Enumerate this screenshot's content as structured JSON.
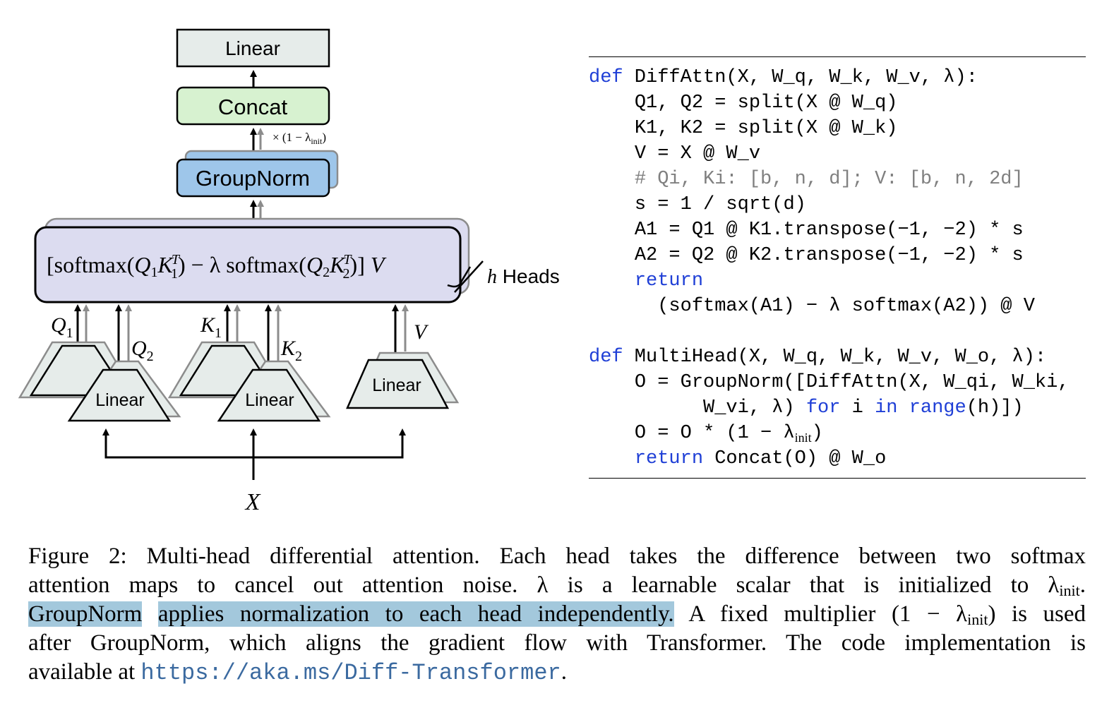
{
  "diagram": {
    "boxes": {
      "linear_top": "Linear",
      "concat": "Concat",
      "groupnorm": "GroupNorm",
      "attention_formula": "[softmax(Q₁K₁ᵀ) − λ softmax(Q₂K₂ᵀ)] V",
      "linear_q": "Linear",
      "linear_k": "Linear",
      "linear_v": "Linear"
    },
    "labels": {
      "scale": "× (1 − λ",
      "scale_sub": "init",
      "scale_close": ")",
      "heads_h": "h",
      "heads": " Heads",
      "q1": "Q",
      "q1_sub": "1",
      "q2": "Q",
      "q2_sub": "2",
      "k1": "K",
      "k1_sub": "1",
      "k2": "K",
      "k2_sub": "2",
      "v": "V",
      "x": "X"
    },
    "colors": {
      "linear_fill": "#e6ecea",
      "concat_fill": "#d7f2d0",
      "groupnorm_fill": "#9ec6ea",
      "attention_fill": "#dcdcf0",
      "gray_arrow": "#8c8c8c"
    }
  },
  "code": {
    "lines": [
      {
        "indent": "",
        "parts": [
          {
            "t": "def",
            "c": "kw"
          },
          {
            "t": " DiffAttn(X, W_q, W_k, W_v, λ):",
            "c": ""
          }
        ]
      },
      {
        "indent": "    ",
        "parts": [
          {
            "t": "Q1, Q2 = split(X @ W_q)",
            "c": ""
          }
        ]
      },
      {
        "indent": "    ",
        "parts": [
          {
            "t": "K1, K2 = split(X @ W_k)",
            "c": ""
          }
        ]
      },
      {
        "indent": "    ",
        "parts": [
          {
            "t": "V = X @ W_v",
            "c": ""
          }
        ]
      },
      {
        "indent": "    ",
        "parts": [
          {
            "t": "# Qi, Ki: [b, n, d]; V: [b, n, 2d]",
            "c": "cm"
          }
        ]
      },
      {
        "indent": "    ",
        "parts": [
          {
            "t": "s = 1 / sqrt(d)",
            "c": ""
          }
        ]
      },
      {
        "indent": "    ",
        "parts": [
          {
            "t": "A1 = Q1 @ K1.transpose(−1, −2) * s",
            "c": ""
          }
        ]
      },
      {
        "indent": "    ",
        "parts": [
          {
            "t": "A2 = Q2 @ K2.transpose(−1, −2) * s",
            "c": ""
          }
        ]
      },
      {
        "indent": "    ",
        "parts": [
          {
            "t": "return",
            "c": "kw"
          }
        ]
      },
      {
        "indent": "      ",
        "parts": [
          {
            "t": "(softmax(A1) − λ softmax(A2)) @ V",
            "c": ""
          }
        ]
      },
      {
        "indent": "",
        "parts": [
          {
            "t": "",
            "c": ""
          }
        ]
      },
      {
        "indent": "",
        "parts": [
          {
            "t": "def",
            "c": "kw"
          },
          {
            "t": " MultiHead(X, W_q, W_k, W_v, W_o, λ):",
            "c": ""
          }
        ]
      },
      {
        "indent": "    ",
        "parts": [
          {
            "t": "O = GroupNorm([DiffAttn(X, W_qi, W_ki,",
            "c": ""
          }
        ]
      },
      {
        "indent": "          ",
        "parts": [
          {
            "t": "W_vi, λ) ",
            "c": ""
          },
          {
            "t": "for",
            "c": "kw"
          },
          {
            "t": " i ",
            "c": ""
          },
          {
            "t": "in",
            "c": "kw"
          },
          {
            "t": " ",
            "c": ""
          },
          {
            "t": "range",
            "c": "kw"
          },
          {
            "t": "(h)])",
            "c": ""
          }
        ]
      },
      {
        "indent": "    ",
        "parts": [
          {
            "t": "O = O * (1 − λ",
            "c": ""
          },
          {
            "t": "init",
            "c": "sub"
          },
          {
            "t": ")",
            "c": ""
          }
        ]
      },
      {
        "indent": "    ",
        "parts": [
          {
            "t": "return",
            "c": "kw"
          },
          {
            "t": " Concat(O) @ W_o",
            "c": ""
          }
        ]
      }
    ]
  },
  "caption": {
    "line1": "Figure 2: Multi-head differential attention. Each head takes the difference between two softmax",
    "line2_a": "attention maps to cancel out attention noise.  λ is a learnable scalar that is initialized to λ",
    "line2_sub": "init",
    "line2_b": ".",
    "line3_hl1": "GroupNorm",
    "line3_hl2": "applies normalization to each head independently.",
    "line3_a": " A fixed multiplier (1 − λ",
    "line3_sub": "init",
    "line3_b": ") is used",
    "line4": "after GroupNorm, which aligns the gradient flow with Transformer. The code implementation is",
    "line5_a": "available at ",
    "line5_url": "https://aka.ms/Diff-Transformer",
    "line5_b": "."
  }
}
